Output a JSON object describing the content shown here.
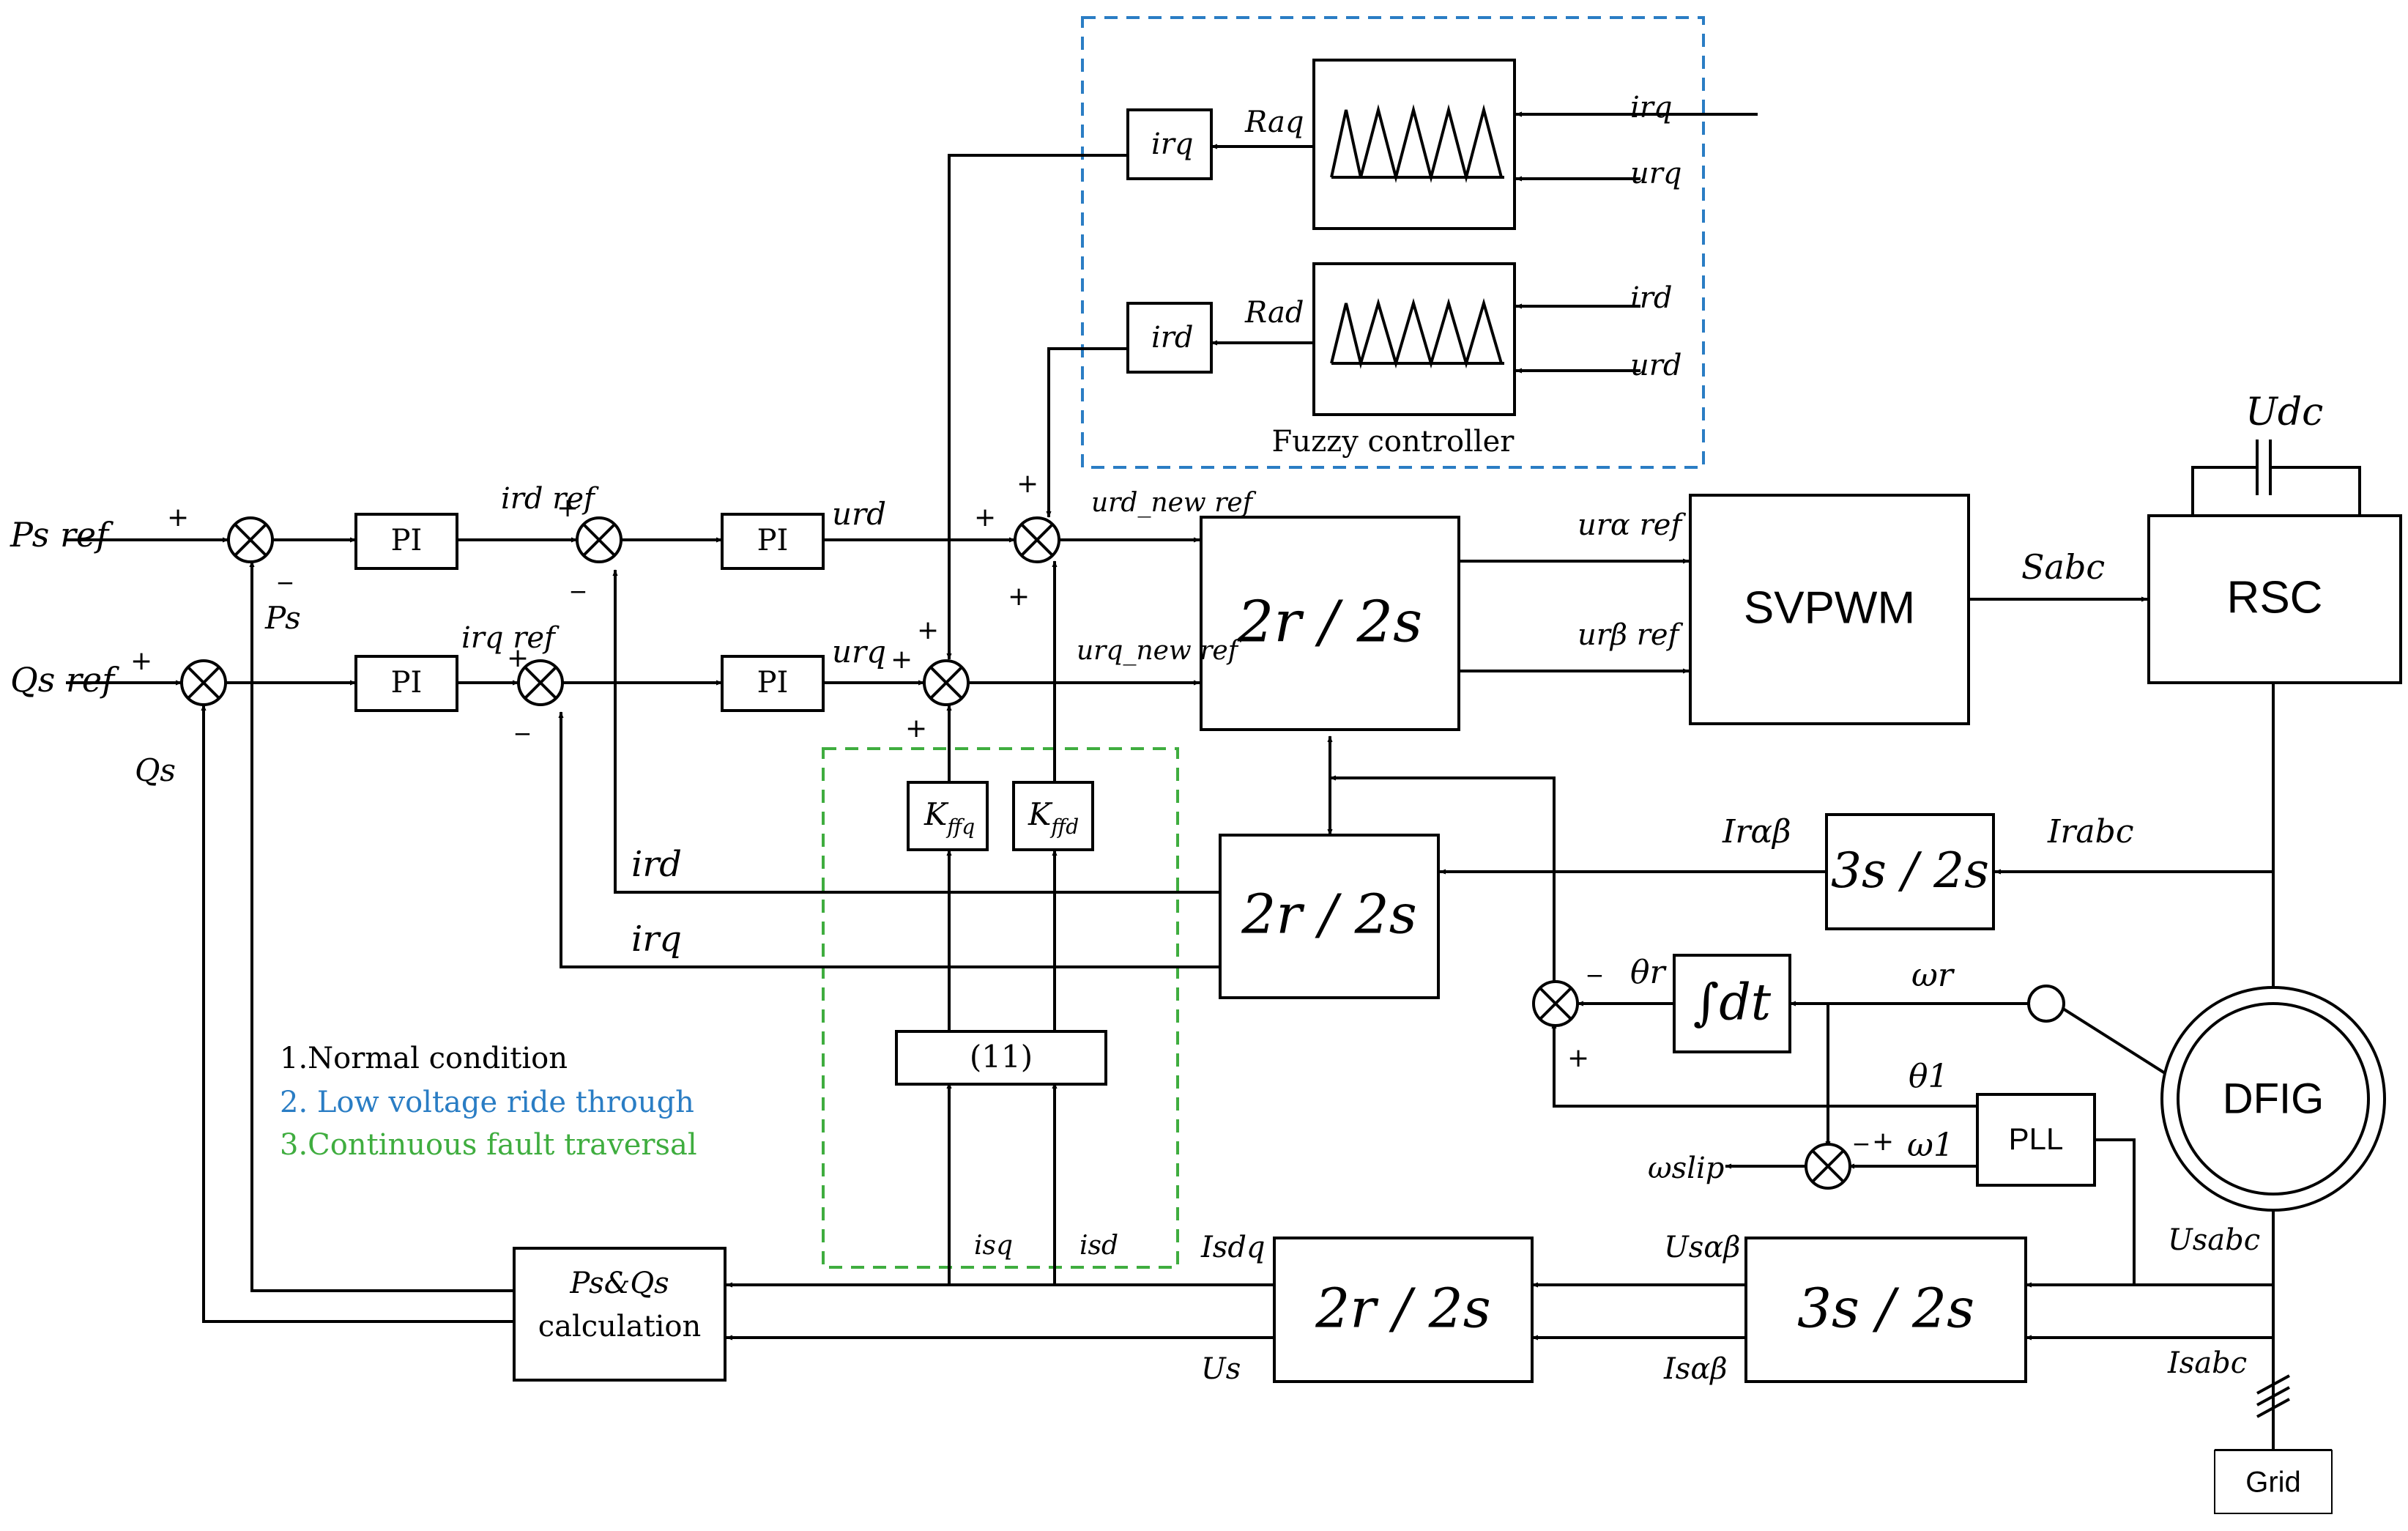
{
  "colors": {
    "fuzzy_border": "#2a7dc4",
    "green_border": "#3fad3f",
    "legend_normal": "#000000",
    "legend_lvrt": "#2a7dc4",
    "legend_cft": "#3fad3f"
  },
  "blocks": {
    "pi": "PI",
    "svpwm": "SVPWM",
    "rsc": "RSC",
    "dfig": "DFIG",
    "pll": "PLL",
    "grid": "Grid",
    "eq11": "(11)",
    "integ": "∫dt",
    "t2r2s": "2r / 2s",
    "t3s2s": "3s / 2s",
    "irq": "irq",
    "ird": "ird",
    "kffq_base": "K",
    "kffq_sub": "ffq",
    "kffd_base": "K",
    "kffd_sub": "ffd",
    "psqs_line1": "Ps&Qs",
    "psqs_line2": "calculation"
  },
  "fuzzy": {
    "label": "Fuzzy controller"
  },
  "signals": {
    "ps_ref": "Ps ref",
    "qs_ref": "Qs ref",
    "ps": "Ps",
    "qs": "Qs",
    "ird_ref": "ird ref",
    "irq_ref": "irq ref",
    "urd": "urd",
    "urq": "urq",
    "urd_new": "urd_new ref",
    "urq_new": "urq_new ref",
    "ur_alpha": "urα ref",
    "ur_beta": "urβ ref",
    "sabc": "Sabc",
    "udc": "Udc",
    "ir_ab": "Irαβ",
    "irabc": "Irabc",
    "ird_fb": "ird",
    "irq_fb": "irq",
    "theta_r": "θr",
    "omega_r": "ωr",
    "theta1": "θ1",
    "omega1": "ω1",
    "omega_slip": "ωslip",
    "isq": "isq",
    "isd": "isd",
    "isdq": "Isdq",
    "us": "Us",
    "us_ab": "Usαβ",
    "is_ab": "Isαβ",
    "usabc": "Usabc",
    "isabc": "Isabc",
    "raq": "Raq",
    "rad": "Rad",
    "fz_irq": "irq",
    "fz_urq": "urq",
    "fz_ird": "ird",
    "fz_urd": "urd"
  },
  "legend": [
    "1.Normal condition",
    "2. Low voltage ride through",
    "3.Continuous fault traversal"
  ]
}
